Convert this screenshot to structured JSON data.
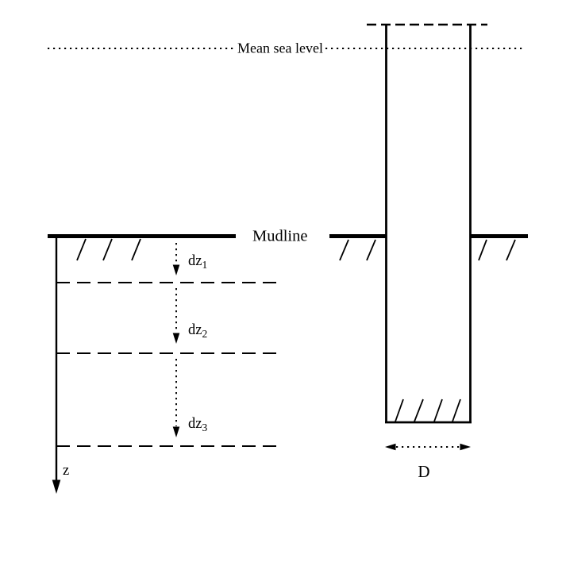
{
  "colors": {
    "ink": "#000000",
    "background": "#ffffff"
  },
  "sea": {
    "mean_sea_level_label": "Mean sea level"
  },
  "soil": {
    "mudline_label": "Mudline",
    "z_axis_label": "z",
    "layers": [
      {
        "base": "dz",
        "sub": "1"
      },
      {
        "base": "dz",
        "sub": "2"
      },
      {
        "base": "dz",
        "sub": "3"
      }
    ]
  },
  "pile": {
    "diameter_label": "D"
  }
}
